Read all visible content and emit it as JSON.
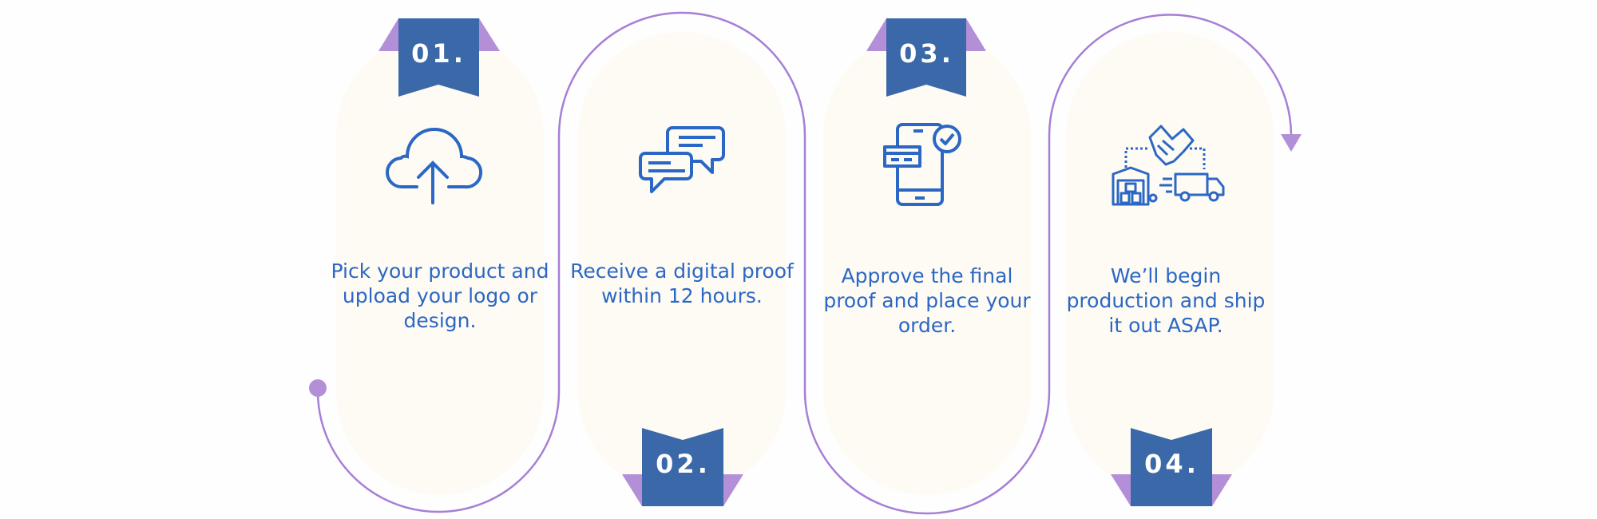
{
  "colors": {
    "accent_purple": "#a67fd6",
    "ribbon_blue": "#3a68a8",
    "text_blue": "#2b67c4",
    "pill_bg": "#fdfbf4"
  },
  "steps": [
    {
      "number": "01.",
      "text": "Pick your product and upload your logo or design.",
      "icon": "cloud-upload-icon"
    },
    {
      "number": "02.",
      "text": "Receive a digital proof within 12 hours.",
      "icon": "chat-bubbles-icon"
    },
    {
      "number": "03.",
      "text": "Approve the final proof and place your order.",
      "icon": "mobile-payment-check-icon"
    },
    {
      "number": "04.",
      "text": "We’ll begin production and ship it out ASAP.",
      "icon": "handshake-warehouse-truck-icon"
    }
  ]
}
